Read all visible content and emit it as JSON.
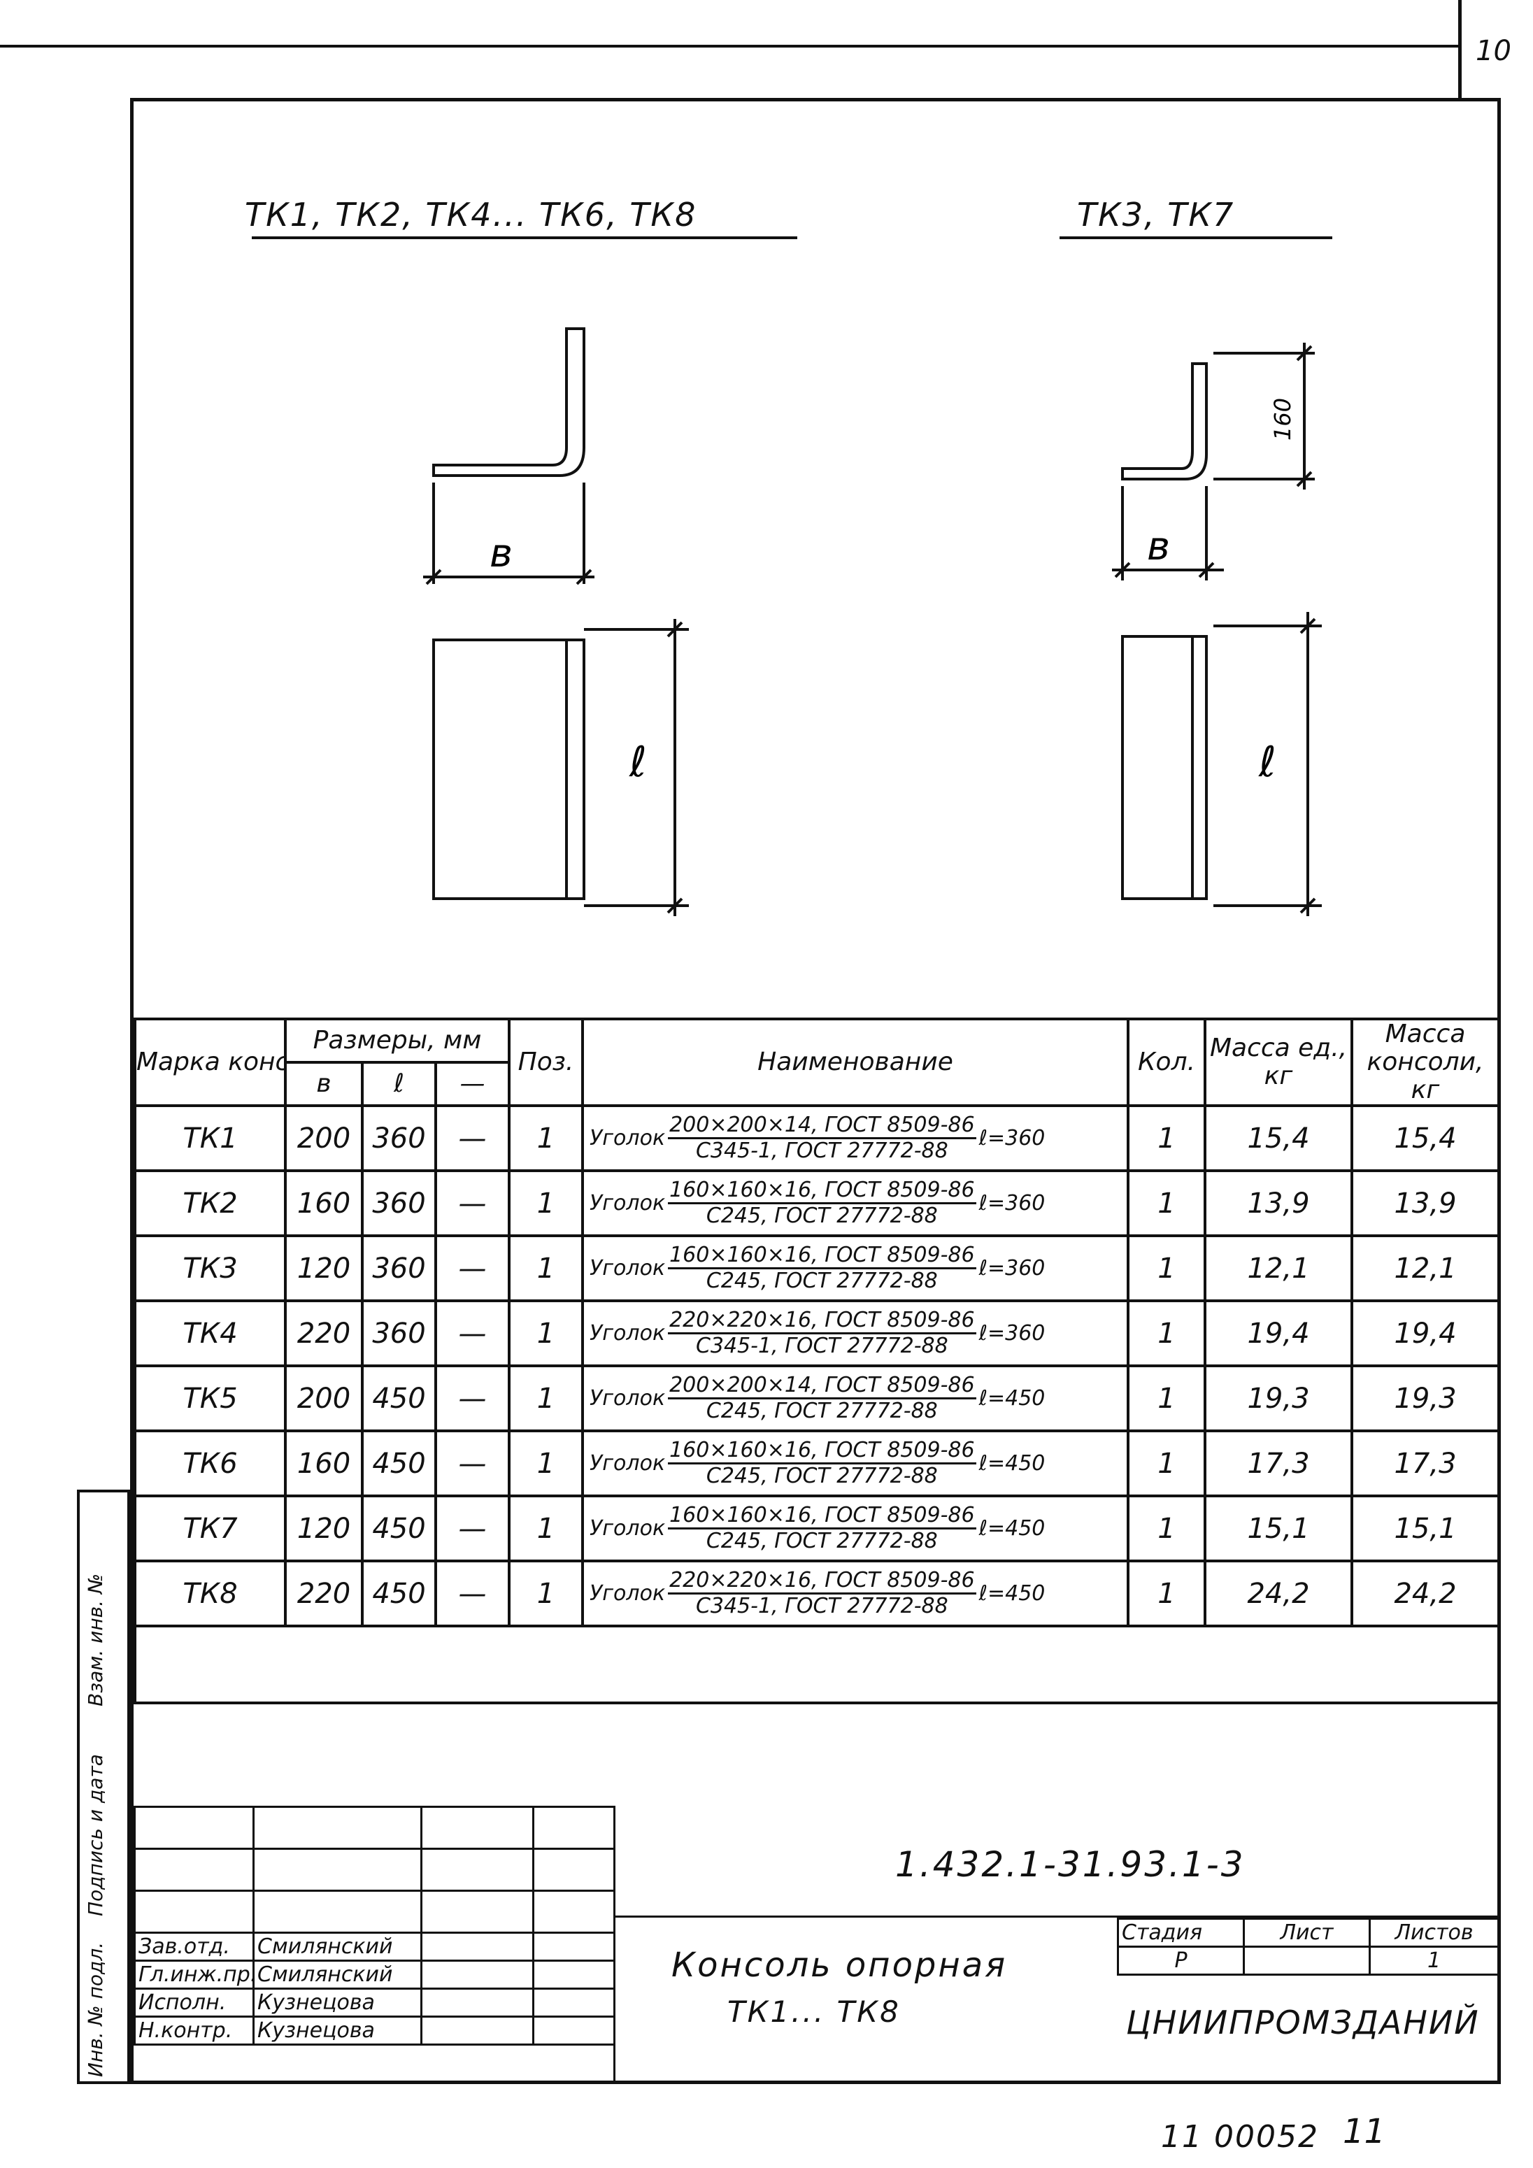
{
  "sheet_number": "10",
  "captions": {
    "left": "ТК1, ТК2, ТК4... ТК6, ТК8",
    "right": "ТК3, ТК7",
    "dim_b": "в",
    "dim_l": "ℓ",
    "dim_160": "160"
  },
  "table": {
    "headers": {
      "mark": "Марка консоли",
      "sizes": "Размеры, мм",
      "b": "в",
      "l": "ℓ",
      "dash": "—",
      "pos": "Поз.",
      "name": "Наименование",
      "qty": "Кол.",
      "unit_mass": "Масса ед., кг",
      "console_mass": "Масса консоли, кг"
    },
    "rows": [
      {
        "mark": "ТК1",
        "b": "200",
        "l": "360",
        "dash": "—",
        "pos": "1",
        "profile": "Уголок",
        "num": "200×200×14, ГОСТ 8509-86",
        "den": "С345-1, ГОСТ 27772-88",
        "len": "ℓ=360",
        "qty": "1",
        "unit": "15,4",
        "total": "15,4"
      },
      {
        "mark": "ТК2",
        "b": "160",
        "l": "360",
        "dash": "—",
        "pos": "1",
        "profile": "Уголок",
        "num": "160×160×16, ГОСТ 8509-86",
        "den": "С245, ГОСТ 27772-88",
        "len": "ℓ=360",
        "qty": "1",
        "unit": "13,9",
        "total": "13,9"
      },
      {
        "mark": "ТК3",
        "b": "120",
        "l": "360",
        "dash": "—",
        "pos": "1",
        "profile": "Уголок",
        "num": "160×160×16, ГОСТ 8509-86",
        "den": "С245, ГОСТ 27772-88",
        "len": "ℓ=360",
        "qty": "1",
        "unit": "12,1",
        "total": "12,1"
      },
      {
        "mark": "ТК4",
        "b": "220",
        "l": "360",
        "dash": "—",
        "pos": "1",
        "profile": "Уголок",
        "num": "220×220×16, ГОСТ 8509-86",
        "den": "С345-1, ГОСТ 27772-88",
        "len": "ℓ=360",
        "qty": "1",
        "unit": "19,4",
        "total": "19,4"
      },
      {
        "mark": "ТК5",
        "b": "200",
        "l": "450",
        "dash": "—",
        "pos": "1",
        "profile": "Уголок",
        "num": "200×200×14, ГОСТ 8509-86",
        "den": "С245, ГОСТ 27772-88",
        "len": "ℓ=450",
        "qty": "1",
        "unit": "19,3",
        "total": "19,3"
      },
      {
        "mark": "ТК6",
        "b": "160",
        "l": "450",
        "dash": "—",
        "pos": "1",
        "profile": "Уголок",
        "num": "160×160×16, ГОСТ 8509-86",
        "den": "С245, ГОСТ 27772-88",
        "len": "ℓ=450",
        "qty": "1",
        "unit": "17,3",
        "total": "17,3"
      },
      {
        "mark": "ТК7",
        "b": "120",
        "l": "450",
        "dash": "—",
        "pos": "1",
        "profile": "Уголок",
        "num": "160×160×16, ГОСТ 8509-86",
        "den": "С245, ГОСТ 27772-88",
        "len": "ℓ=450",
        "qty": "1",
        "unit": "15,1",
        "total": "15,1"
      },
      {
        "mark": "ТК8",
        "b": "220",
        "l": "450",
        "dash": "—",
        "pos": "1",
        "profile": "Уголок",
        "num": "220×220×16, ГОСТ 8509-86",
        "den": "С345-1, ГОСТ 27772-88",
        "len": "ℓ=450",
        "qty": "1",
        "unit": "24,2",
        "total": "24,2"
      }
    ]
  },
  "side_stamp": [
    "Инв. № подл.",
    "Подпись и дата",
    "Взам. инв. №"
  ],
  "title_block": {
    "doc_code": "1.432.1-31.93.1-3",
    "title_line1": "Консоль опорная",
    "title_line2": "ТК1... ТК8",
    "stage_label": "Стадия",
    "sheet_label": "Лист",
    "sheets_label": "Листов",
    "stage": "Р",
    "sheets": "1",
    "org": "ЦНИИПРОМЗДАНИЙ",
    "people": [
      {
        "role": "Зав.отд.",
        "name": "Смилянский"
      },
      {
        "role": "Гл.инж.пр.",
        "name": "Смилянский"
      },
      {
        "role": "Исполн.",
        "name": "Кузнецова"
      },
      {
        "role": "Н.контр.",
        "name": "Кузнецова"
      }
    ]
  },
  "bottom": {
    "code": "11 00052",
    "page": "11"
  }
}
